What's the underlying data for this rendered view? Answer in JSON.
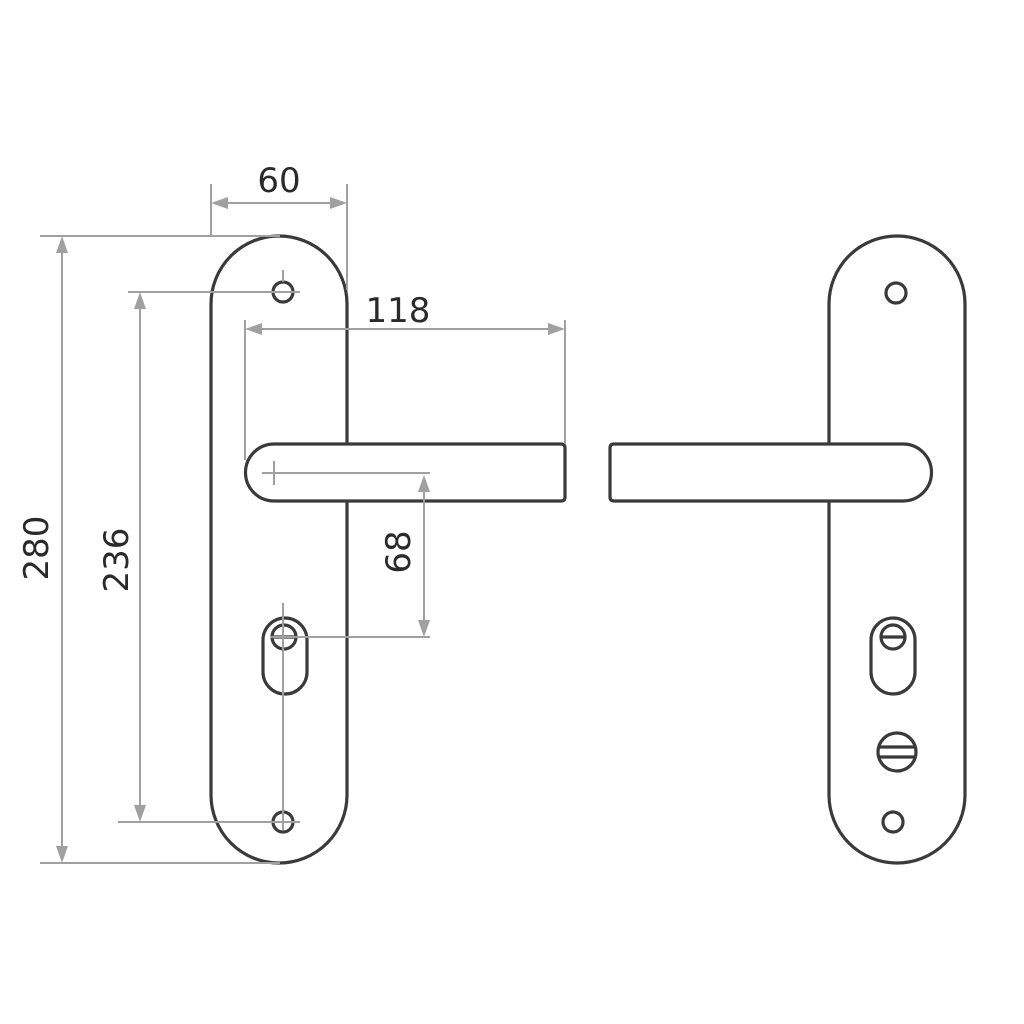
{
  "dimensions": {
    "plate_width": "60",
    "plate_height": "280",
    "screw_spacing": "236",
    "lever_length": "118",
    "lever_to_cylinder": "68"
  },
  "colors": {
    "outline": "#3a3a3a",
    "dimension_line": "#a0a0a0",
    "text": "#2a2a2a",
    "background": "#ffffff"
  }
}
